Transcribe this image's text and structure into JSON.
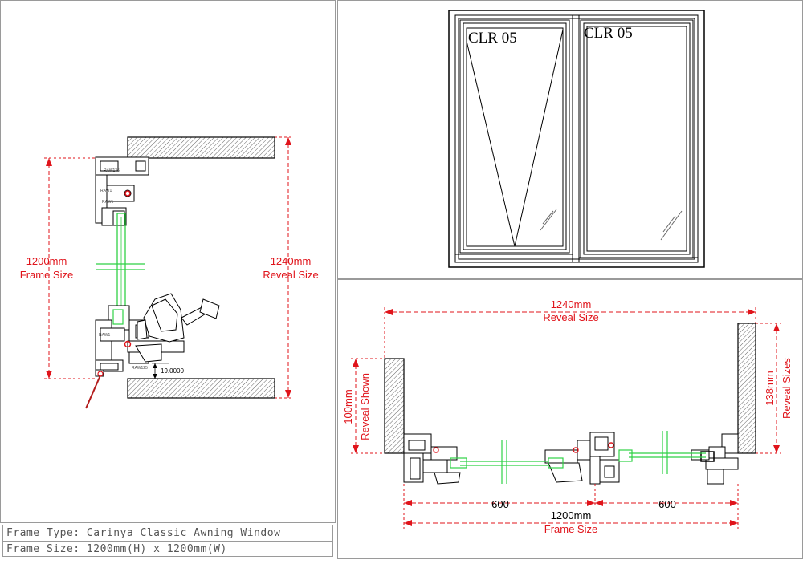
{
  "section_left": {
    "frame_dim": "1200mm",
    "frame_label": "Frame Size",
    "reveal_dim": "1240mm",
    "reveal_label": "Reveal Size",
    "dim_small": "19.0000",
    "part_codes": [
      "RAW135",
      "RAW1",
      "RAW1",
      "RAW1",
      "RAW125"
    ]
  },
  "elevation": {
    "left_sash_label": "CLR 05",
    "right_sash_label": "CLR 05"
  },
  "plan": {
    "top_dim": "1240mm",
    "top_label": "Reveal Size",
    "left_dim": "100mm",
    "left_label": "Reveal Shown",
    "right_dim": "138mm",
    "right_label": "Reveal Sizes",
    "seg1": "600",
    "seg2": "600",
    "bottom_dim": "1200mm",
    "bottom_label": "Frame Size"
  },
  "info": {
    "frame_type": "Frame Type: Carinya Classic Awning Window",
    "frame_size": "Frame Size: 1200mm(H) x 1200mm(W)"
  },
  "colors": {
    "dimension": "#e0141b",
    "glass": "#2fd145",
    "hatch": "#555555"
  }
}
